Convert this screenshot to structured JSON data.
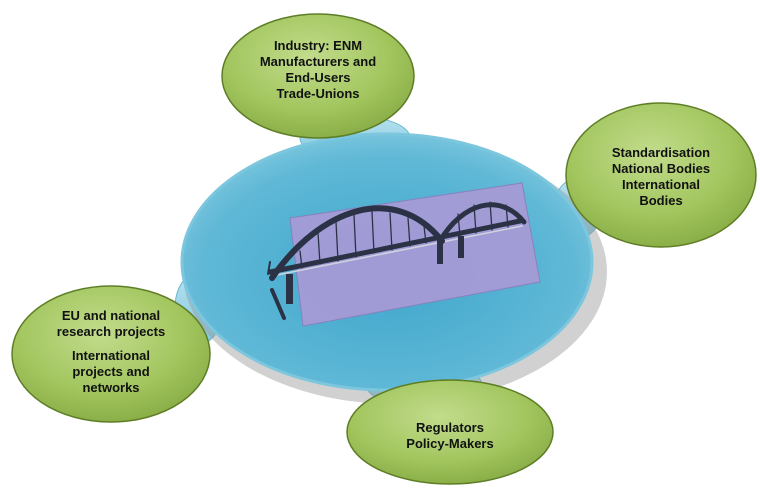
{
  "colors": {
    "ellipse_fill": "#9fc35a",
    "ellipse_stroke": "#5e7e26",
    "hub_fill": "#55b4d3",
    "hub_stroke": "#3d96b6",
    "panel_fill": "#a69bd6",
    "bridge": "#2b3246"
  },
  "icons": {
    "center": "bridge-icon"
  },
  "nodes": {
    "industry": {
      "lines": [
        "Industry: ENM",
        "Manufacturers and",
        "End-Users",
        "Trade-Unions"
      ]
    },
    "standardisation": {
      "lines": [
        "Standardisation",
        "National Bodies",
        "International",
        "Bodies"
      ]
    },
    "research": {
      "group1": [
        "EU and national",
        "research projects"
      ],
      "group2": [
        "International",
        "projects and",
        "networks"
      ]
    },
    "regulators": {
      "lines": [
        "Regulators",
        "Policy-Makers"
      ]
    }
  }
}
